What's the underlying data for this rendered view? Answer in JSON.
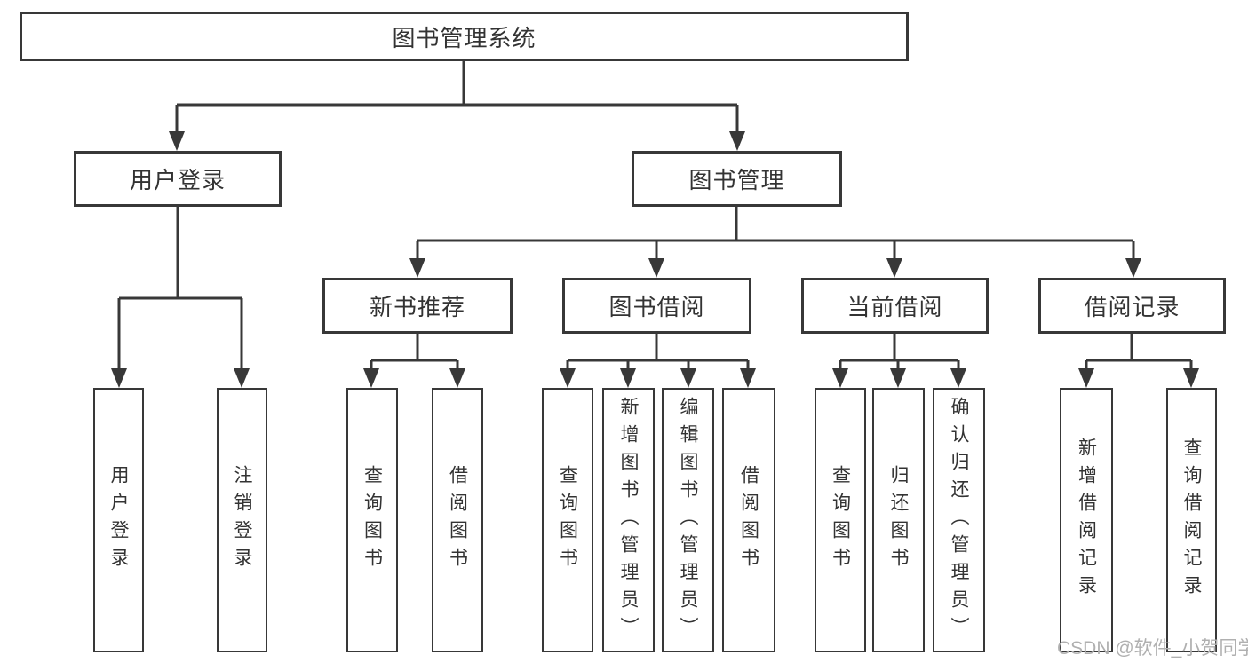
{
  "colors": {
    "line": "#383838",
    "box_border": "#383838",
    "text": "#333333",
    "watermark": "#b0b0b0",
    "background": "#ffffff"
  },
  "tree": {
    "label": "图书管理系统",
    "children": [
      {
        "label": "用户登录",
        "children": [
          {
            "label": "用户登录"
          },
          {
            "label": "注销登录"
          }
        ]
      },
      {
        "label": "图书管理",
        "children": [
          {
            "label": "新书推荐",
            "children": [
              {
                "label": "查询图书"
              },
              {
                "label": "借阅图书"
              }
            ]
          },
          {
            "label": "图书借阅",
            "children": [
              {
                "label": "查询图书"
              },
              {
                "label": "新增图书（管理员）"
              },
              {
                "label": "编辑图书（管理员）"
              },
              {
                "label": "借阅图书"
              }
            ]
          },
          {
            "label": "当前借阅",
            "children": [
              {
                "label": "查询图书"
              },
              {
                "label": "归还图书"
              },
              {
                "label": "确认归还（管理员）"
              }
            ]
          },
          {
            "label": "借阅记录",
            "children": [
              {
                "label": "新增借阅记录"
              },
              {
                "label": "查询借阅记录"
              }
            ]
          }
        ]
      }
    ]
  },
  "watermark": {
    "text": "CSDN @软件_小贺同学"
  }
}
